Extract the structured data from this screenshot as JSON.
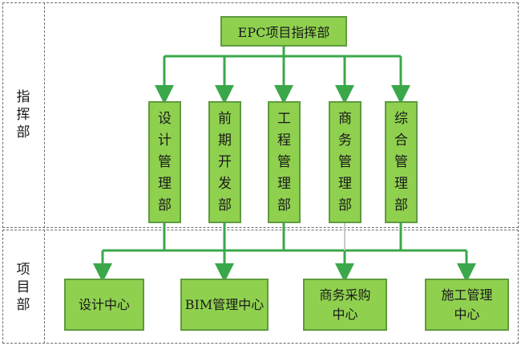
{
  "zones": {
    "command": {
      "label_chars": [
        "指",
        "挥",
        "部"
      ]
    },
    "project": {
      "label_chars": [
        "项",
        "目",
        "部"
      ]
    }
  },
  "top_node": {
    "label": "EPC项目指挥部"
  },
  "departments": [
    {
      "chars": [
        "设",
        "计",
        "管",
        "理",
        "部"
      ]
    },
    {
      "chars": [
        "前",
        "期",
        "开",
        "发",
        "部"
      ]
    },
    {
      "chars": [
        "工",
        "程",
        "管",
        "理",
        "部"
      ]
    },
    {
      "chars": [
        "商",
        "务",
        "管",
        "理",
        "部"
      ]
    },
    {
      "chars": [
        "综",
        "合",
        "管",
        "理",
        "部"
      ]
    }
  ],
  "centers": [
    {
      "lines": [
        "设计中心"
      ]
    },
    {
      "lines": [
        "BIM管理中心"
      ]
    },
    {
      "lines": [
        "商务采购",
        "中心"
      ]
    },
    {
      "lines": [
        "施工管理",
        "中心"
      ]
    }
  ],
  "colors": {
    "node_fill": "#8fd14f",
    "node_border": "#5e9b3f",
    "connector": "#3aa84a",
    "zone_border": "#6b6b6b"
  }
}
